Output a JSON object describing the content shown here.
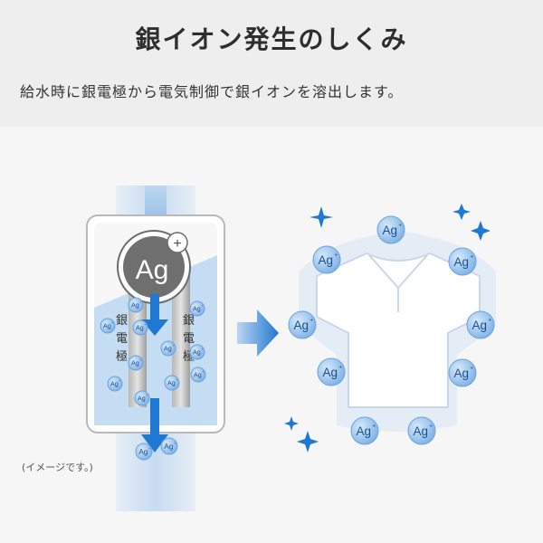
{
  "header": {
    "title": "銀イオン発生のしくみ",
    "subtitle": "給水時に銀電極から電気制御で銀イオンを溶出します。"
  },
  "diagram": {
    "big_ion_label": "Ag",
    "plus_sign": "+",
    "electrode_left": "銀電極",
    "electrode_right": "銀電極",
    "ion_label": "Ag",
    "note": "(イメージです。)"
  },
  "colors": {
    "accent_blue": "#1f78d1",
    "ion_blue": "#4a93dd",
    "pipe_blue": "#c7dcf0"
  },
  "icons": [
    "sparkle-icon",
    "arrow-right-icon",
    "arrow-down-icon",
    "shirt-icon"
  ]
}
